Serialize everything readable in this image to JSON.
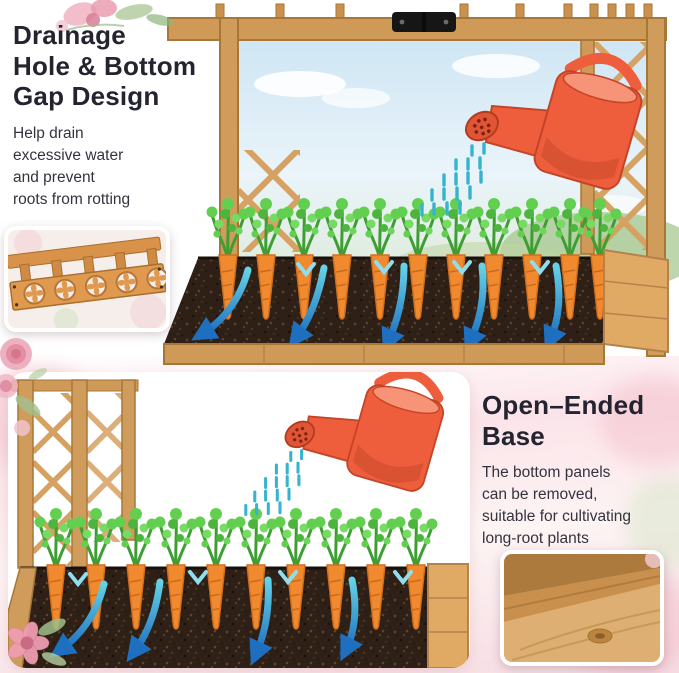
{
  "sections": {
    "drainage": {
      "heading": "Drainage\nHole & Bottom\nGap Design",
      "description": "Help drain\nexcessive water\nand prevent\nroots from rotting"
    },
    "open_base": {
      "heading": "Open–Ended\nBase",
      "description": "The bottom panels\ncan be removed,\nsuitable for cultivating\nlong-root plants"
    }
  },
  "colors": {
    "heading_text": "#23242f",
    "body_text": "#34333e",
    "watering_can": "#ee5e3c",
    "carrot": "#f18a2f",
    "foliage": "#63cf50",
    "soil": "#2e2016",
    "wood": "#cf9a58",
    "drainage_arrow": "#1e6fc0",
    "water_spray": "#36b3ce",
    "pink_background": "#fbe4e9"
  },
  "icons": {
    "top_illustration": "garden-bed-with-watering-can",
    "drainage_inset": "drainage-holes-panel-photo",
    "bottom_illustration": "garden-bed-open-base",
    "open_base_inset": "open-ended-box-photo"
  }
}
